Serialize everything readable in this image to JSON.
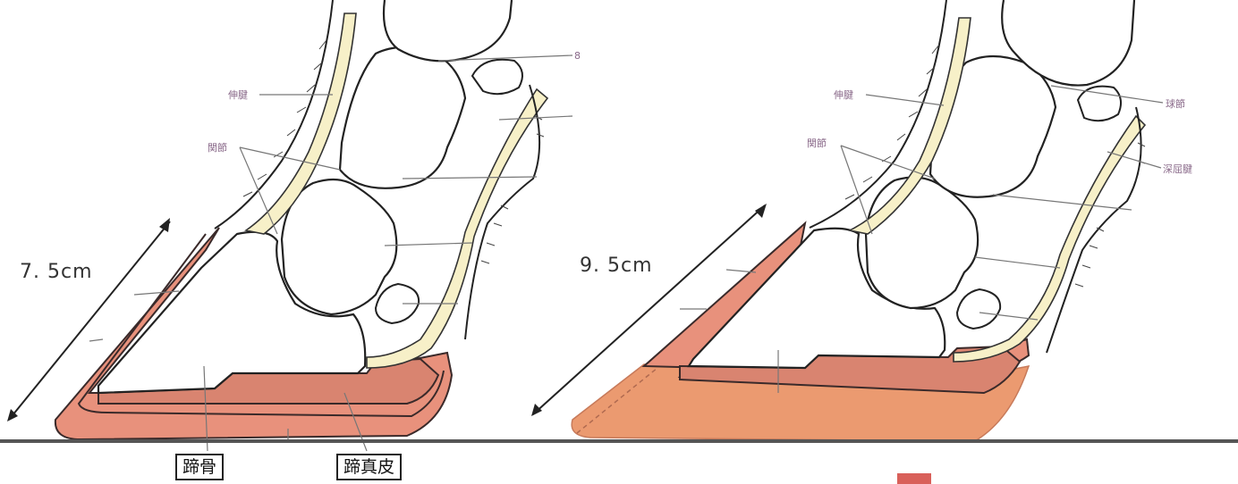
{
  "left_hoof": {
    "measurement": "7. 5cm",
    "labels": {
      "extensor_tendon": "伸腱",
      "joint": "関節",
      "bone_top": "8",
      "deep_tendon": ""
    },
    "coffin_bone_label": "蹄骨",
    "corium_label": "蹄真皮"
  },
  "right_hoof": {
    "measurement": "9. 5cm",
    "labels": {
      "extensor_tendon": "伸腱",
      "joint": "関節",
      "fetlock": "球節",
      "deep_tendon": "深屈腱"
    }
  },
  "colors": {
    "hoof_wall": "#e8917c",
    "corium": "#d98470",
    "hoof_pad_right": "#eb9a70",
    "tendon": "#f7f0c8",
    "ground": "#555555",
    "marker": "#d9605a"
  }
}
